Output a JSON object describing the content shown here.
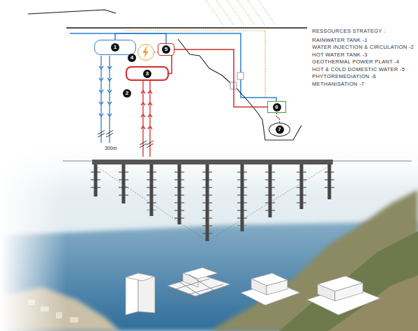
{
  "diagram": {
    "title": "RESSOURCES STRATEGY :",
    "nodes": [
      {
        "text": [
          "1"
        ]
      },
      {
        "text": [
          "4"
        ]
      },
      {
        "text": [
          "5"
        ]
      },
      {
        "text": [
          "3"
        ]
      },
      {
        "text": [
          "6"
        ]
      },
      {
        "text": [
          "7"
        ]
      }
    ],
    "edges": [
      {
        "from": 0,
        "to": 2,
        "arrow": "none"
      },
      {
        "from": 1,
        "to": 2,
        "arrow": "none"
      },
      {
        "from": 3,
        "to": 2,
        "arrow": "none"
      },
      {
        "from": 2,
        "to": 4,
        "arrow": "none"
      },
      {
        "from": 4,
        "to": 5,
        "arrow": "none"
      }
    ],
    "labels": [
      "2",
      "300m",
      "RAINWATER TANK -1",
      "WATER INJECTION & CIRCULATION -2",
      "HOT WATER TANK -3",
      "GEOTHERMAL POWER PLANT -4",
      "HOT & COLD DOMESTIC WATER -5",
      "PHYTOREMEDIATION -6",
      "METHANISATION -7"
    ]
  }
}
